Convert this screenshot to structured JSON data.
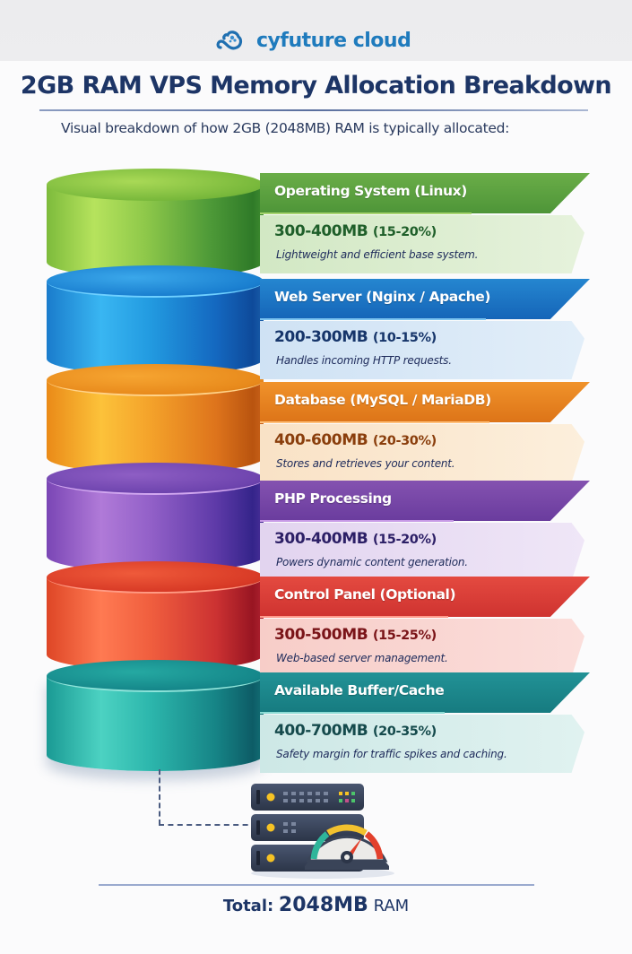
{
  "brand": {
    "name": "cyfuture cloud",
    "color": "#1f7bbd"
  },
  "title": "2GB RAM VPS Memory Allocation Breakdown",
  "subtitle": "Visual breakdown of how 2GB (2048MB) RAM is typically allocated:",
  "segments": [
    {
      "label": "Operating System (Linux)",
      "value": "300-400MB",
      "pct": "(15-20%)",
      "desc": "Lightweight and efficient base system.",
      "color": "#5ea53f",
      "light": "#ddeed2",
      "text": "#1f5f2a"
    },
    {
      "label": "Web Server (Nginx / Apache)",
      "value": "200-300MB",
      "pct": "(10-15%)",
      "desc": "Handles incoming HTTP requests.",
      "color": "#1f74c4",
      "light": "#d6e7f5",
      "text": "#16356a"
    },
    {
      "label": "Database (MySQL / MariaDB)",
      "value": "400-600MB",
      "pct": "(20-30%)",
      "desc": "Stores and retrieves your content.",
      "color": "#e9821f",
      "light": "#fbe9d2",
      "text": "#8a3e0c"
    },
    {
      "label": "PHP Processing",
      "value": "300-400MB",
      "pct": "(15-20%)",
      "desc": "Powers dynamic content generation.",
      "color": "#7b49a8",
      "light": "#e7dcf1",
      "text": "#2c1f66"
    },
    {
      "label": "Control Panel (Optional)",
      "value": "300-500MB",
      "pct": "(15-25%)",
      "desc": "Web-based server management.",
      "color": "#dc3c34",
      "light": "#f9d6d2",
      "text": "#7a1418"
    },
    {
      "label": "Available Buffer/Cache",
      "value": "400-700MB",
      "pct": "(20-35%)",
      "desc": "Safety margin for traffic spikes and caching.",
      "color": "#1f8b8e",
      "light": "#d3ecea",
      "text": "#154a4c"
    }
  ],
  "total": {
    "label": "Total:",
    "value": "2048MB",
    "unit": "RAM"
  },
  "chart_data": {
    "type": "stacked-cylinder",
    "title": "2GB RAM VPS Memory Allocation Breakdown",
    "unit": "MB",
    "total": 2048,
    "categories": [
      "Operating System (Linux)",
      "Web Server (Nginx / Apache)",
      "Database (MySQL / MariaDB)",
      "PHP Processing",
      "Control Panel (Optional)",
      "Available Buffer/Cache"
    ],
    "ranges_mb": [
      [
        300,
        400
      ],
      [
        200,
        300
      ],
      [
        400,
        600
      ],
      [
        300,
        400
      ],
      [
        300,
        500
      ],
      [
        400,
        700
      ]
    ],
    "ranges_pct": [
      [
        15,
        20
      ],
      [
        10,
        15
      ],
      [
        20,
        30
      ],
      [
        15,
        20
      ],
      [
        15,
        25
      ],
      [
        20,
        35
      ]
    ]
  }
}
